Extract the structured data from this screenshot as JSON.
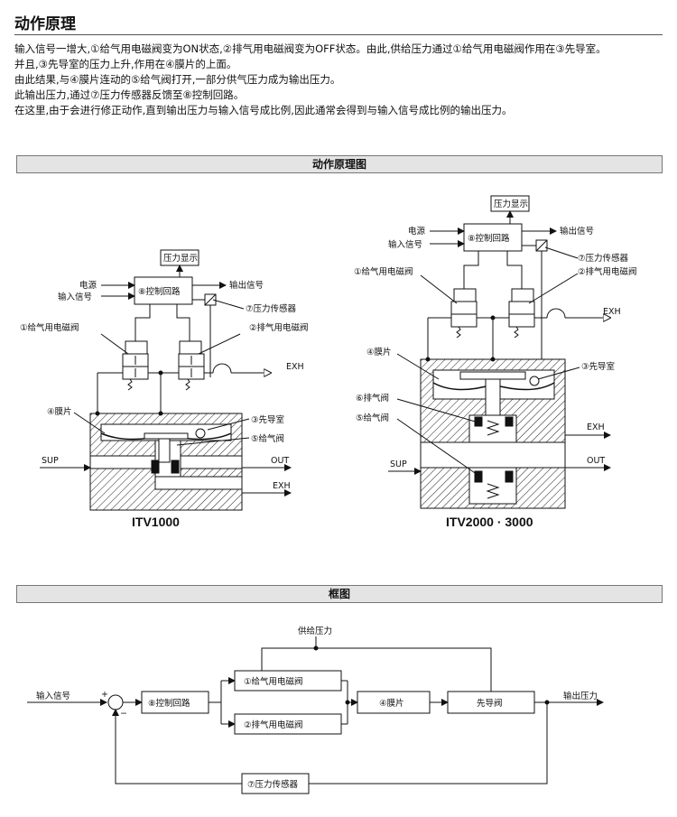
{
  "section_title": "动作原理",
  "paragraphs": [
    "输入信号一增大,①给气用电磁阀变为ON状态,②排气用电磁阀变为OFF状态。由此,供给压力通过①给气用电磁阀作用在③先导室。",
    "并且,③先导室的压力上升,作用在④膜片的上面。",
    "由此结果,与④膜片连动的⑤给气阀打开,一部分供气压力成为输出压力。",
    "此输出压力,通过⑦压力传感器反馈至⑧控制回路。",
    "在这里,由于会进行修正动作,直到输出压力与输入信号成比例,因此通常会得到与输入信号成比例的输出压力。"
  ],
  "diagram_band_title": "动作原理图",
  "block_band_title": "框图",
  "left": {
    "pressure_display": "压力显示",
    "control_circuit": "⑧控制回路",
    "power": "电源",
    "input_signal": "输入信号",
    "output_signal": "输出信号",
    "pressure_sensor": "⑦压力传感器",
    "supply_valve": "①给气用电磁阀",
    "exhaust_valve": "②排气用电磁阀",
    "exh": "EXH",
    "diaphragm": "④膜片",
    "pilot_chamber": "③先导室",
    "supply_poppet": "⑤给气阀",
    "sup": "SUP",
    "out": "OUT",
    "exh2": "EXH",
    "caption": "ITV1000"
  },
  "right": {
    "pressure_display": "压力显示",
    "control_circuit": "⑧控制回路",
    "power": "电源",
    "input_signal": "输入信号",
    "output_signal": "输出信号",
    "pressure_sensor": "⑦压力传感器",
    "supply_valve": "①给气用电磁阀",
    "exhaust_valve": "②排气用电磁阀",
    "exh": "EXH",
    "diaphragm": "④膜片",
    "pilot_chamber": "③先导室",
    "exhaust_poppet": "⑥排气阀",
    "supply_poppet": "⑤给气阀",
    "exh2": "EXH",
    "sup": "SUP",
    "out": "OUT",
    "caption": "ITV2000 · 3000"
  },
  "block": {
    "supply_pressure": "供给压力",
    "input_signal": "输入信号",
    "plus": "+",
    "minus": "−",
    "control_circuit": "⑧控制回路",
    "supply_valve": "①给气用电磁阀",
    "exhaust_valve": "②排气用电磁阀",
    "diaphragm": "④膜片",
    "pilot_valve": "先导阀",
    "output_pressure": "输出压力",
    "pressure_sensor": "⑦压力传感器"
  }
}
